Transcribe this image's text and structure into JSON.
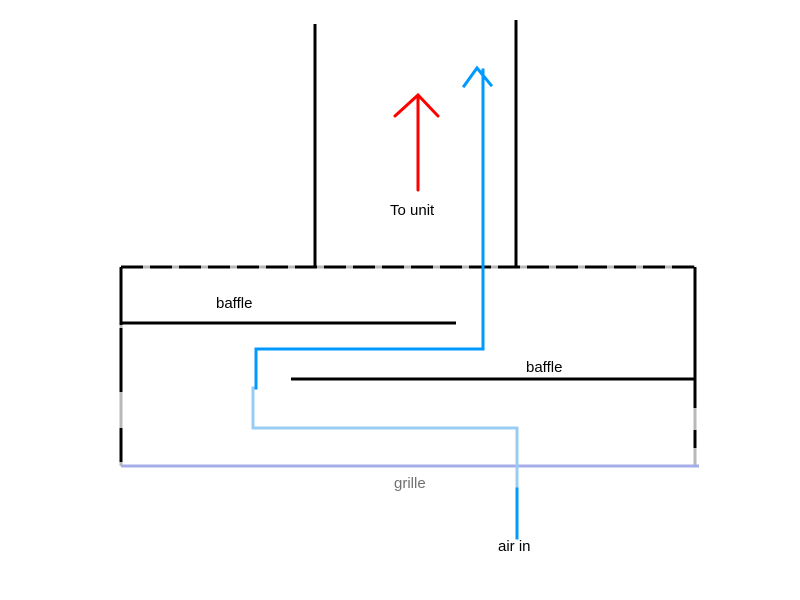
{
  "labels": {
    "upper_baffle": "baffle",
    "lower_baffle": "baffle",
    "to_unit": "To unit",
    "grille": "grille",
    "air_in": "air in"
  },
  "colors": {
    "structure": "#000000",
    "structure_faded": "#b8b8b8",
    "outlet_arrow": "#ff0000",
    "airflow": "#0099ff",
    "airflow_light": "#99ccf5",
    "grille": "#a6aeea",
    "text": "#000000",
    "grille_text": "#707070"
  }
}
